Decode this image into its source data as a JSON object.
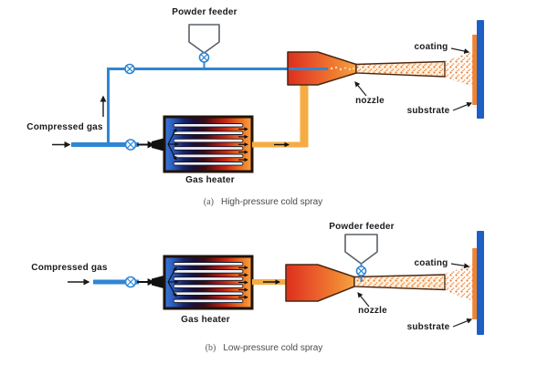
{
  "figure": {
    "panels": [
      {
        "id": "a",
        "caption_marker": "(a)",
        "caption_text": "High-pressure cold spray",
        "labels": {
          "powder_feeder": "Powder feeder",
          "compressed_gas": "Compressed gas",
          "gas_heater": "Gas heater",
          "nozzle": "nozzle",
          "coating": "coating",
          "substrate": "substrate"
        }
      },
      {
        "id": "b",
        "caption_marker": "(b)",
        "caption_text": "Low-pressure cold spray",
        "labels": {
          "powder_feeder": "Powder feeder",
          "compressed_gas": "Compressed gas",
          "gas_heater": "Gas heater",
          "nozzle": "nozzle",
          "coating": "coating",
          "substrate": "substrate"
        }
      }
    ]
  },
  "colors": {
    "pipe_blue": "#2e86d4",
    "substrate_blue": "#1d5fc4",
    "coating_orange": "#ef8330",
    "particle_orange": "#ee7a28",
    "hot_pipe_amber": "#f6ac43",
    "nozzle_red": "#dd2f1c",
    "nozzle_orange": "#f6a245",
    "heater_border": "#20130a",
    "funnel_gray": "#5a6168",
    "arrow_black": "#1a1a1a",
    "label_text": "#1b1b1b",
    "caption_text": "#4a4a4a"
  }
}
